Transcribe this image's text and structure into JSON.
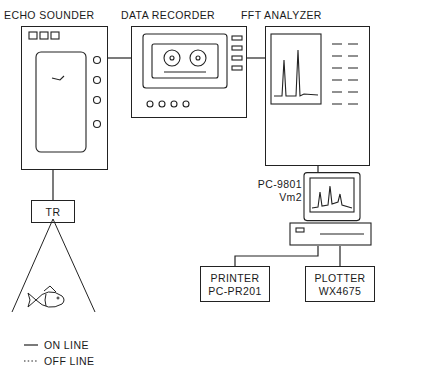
{
  "diagram": {
    "nodes": [
      {
        "text": [
          "ECHO SOUNDER"
        ]
      },
      {
        "text": [
          "DATA RECORDER"
        ]
      },
      {
        "text": [
          "FFT ANALYZER"
        ]
      },
      {
        "text": [
          "TR"
        ]
      },
      {
        "text": [
          "PC-9801 Vm2"
        ]
      },
      {
        "text": [
          "PRINTER PC-PR201"
        ]
      },
      {
        "text": [
          "PLOTTER WX4675"
        ]
      }
    ],
    "edges": [
      {
        "from": 0,
        "to": 1,
        "arrow": "none"
      },
      {
        "from": 1,
        "to": 2,
        "arrow": "none"
      },
      {
        "from": 2,
        "to": 4,
        "arrow": "none"
      },
      {
        "from": 0,
        "to": 3,
        "arrow": "none"
      },
      {
        "from": 4,
        "to": 5,
        "arrow": "none"
      },
      {
        "from": 4,
        "to": 6,
        "arrow": "none"
      }
    ],
    "legend": [
      {
        "text": "ON LINE"
      },
      {
        "text": "OFF LINE"
      }
    ]
  }
}
